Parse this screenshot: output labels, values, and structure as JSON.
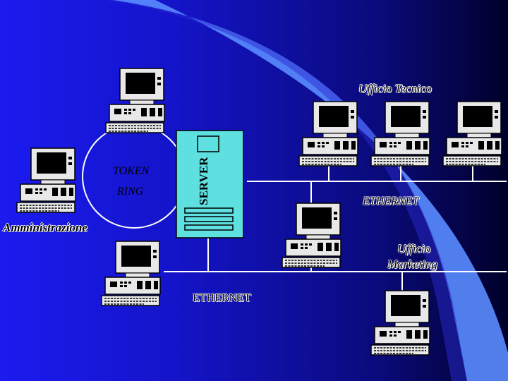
{
  "labels": {
    "ufficio_tecnico": "Ufficio Tecnico",
    "token": "TOKEN",
    "ring": "RING",
    "server": "SERVER",
    "ethernet_right": "ETHERNET",
    "amministrazione": "Amministrazione",
    "ufficio_marketing_line1": "Ufficio",
    "ufficio_marketing_line2": "Marketing",
    "ethernet_bottom": "ETHERNET"
  },
  "colors": {
    "background_left": "#1b1bf0",
    "background_right": "#00002a",
    "swoosh": "#5a8cff",
    "server_fill": "#5ee0e0",
    "network_lines": "#ffffff"
  },
  "icons": [
    "desktop-computer-icon",
    "server-tower-icon"
  ]
}
